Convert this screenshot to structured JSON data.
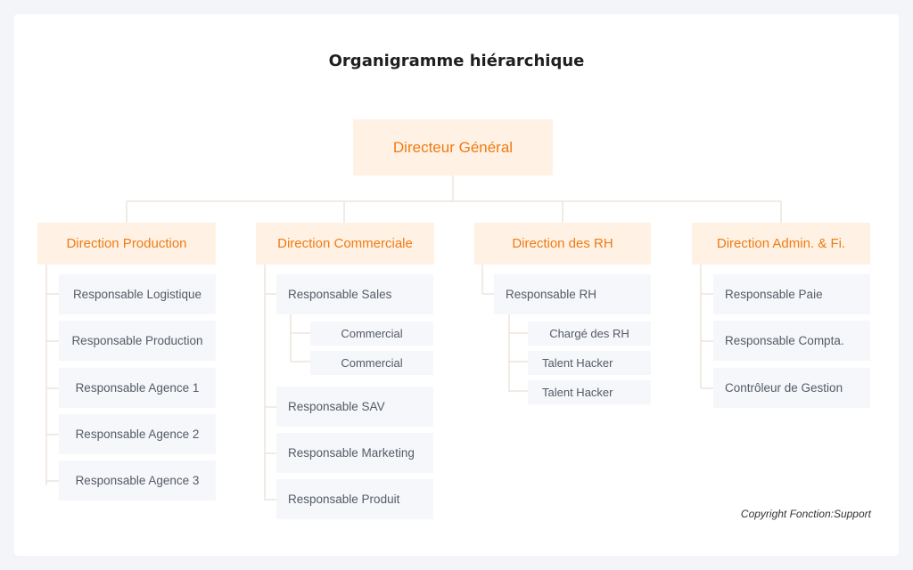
{
  "title": "Organigramme hiérarchique",
  "root": "Directeur Général",
  "directions": [
    {
      "label": "Direction Production",
      "items": [
        {
          "label": "Responsable Logistique"
        },
        {
          "label": "Responsable Production"
        },
        {
          "label": "Responsable Agence 1"
        },
        {
          "label": "Responsable Agence 2"
        },
        {
          "label": "Responsable Agence 3"
        }
      ]
    },
    {
      "label": "Direction Commerciale",
      "items": [
        {
          "label": "Responsable Sales",
          "children": [
            "Commercial",
            "Commercial"
          ]
        },
        {
          "label": "Responsable SAV"
        },
        {
          "label": "Responsable Marketing"
        },
        {
          "label": "Responsable Produit"
        }
      ]
    },
    {
      "label": "Direction des RH",
      "items": [
        {
          "label": "Responsable RH",
          "children": [
            "Chargé des RH",
            "Talent Hacker",
            "Talent Hacker"
          ]
        }
      ]
    },
    {
      "label": "Direction Admin. & Fi.",
      "items": [
        {
          "label": "Responsable Paie"
        },
        {
          "label": "Responsable Compta."
        },
        {
          "label": "Contrôleur de Gestion"
        }
      ]
    }
  ],
  "copyright": "Copyright Fonction:Support",
  "colors": {
    "accent": "#f07a12",
    "accent_bg": "#fff2e5",
    "node_bg": "#f5f7fa",
    "node_text": "#555b66",
    "connector": "#ede4dc"
  }
}
